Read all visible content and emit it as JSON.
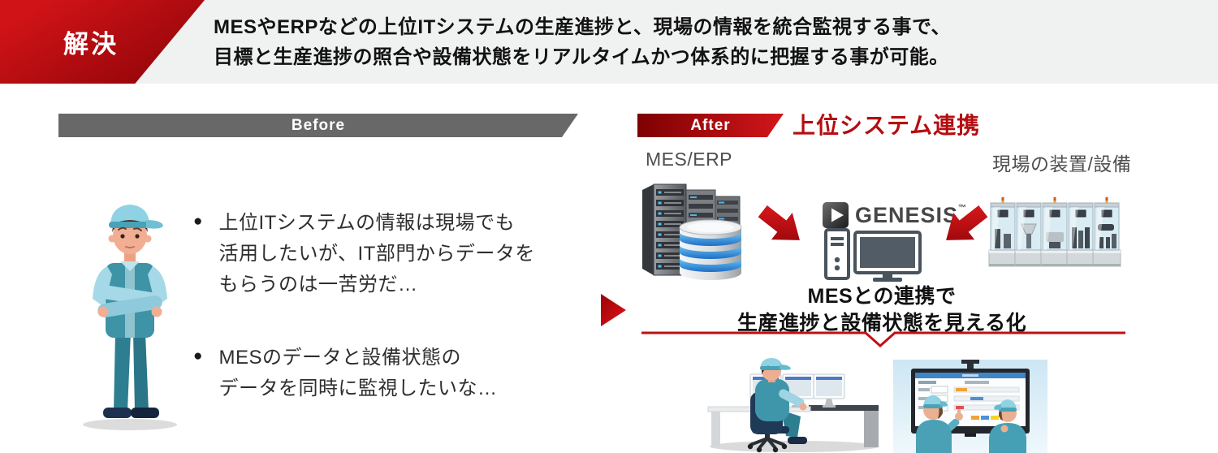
{
  "header": {
    "badge_label": "解決",
    "text_line1": "MESやERPなどの上位ITシステムの生産進捗と、現場の情報を統合監視する事で、",
    "text_line2": "目標と生産進捗の照合や設備状態をリアルタイムかつ体系的に把握する事が可能。"
  },
  "before_section": {
    "banner_label": "Before",
    "bullet_icon": "●",
    "bullets": [
      "上位ITシステムの情報は現場でも\n活用したいが、IT部門からデータを\nもらうのは一苦労だ…",
      "MESのデータと設備状態の\nデータを同時に監視したいな…"
    ]
  },
  "after_section": {
    "banner_label": "After",
    "title": "上位システム連携",
    "mes_erp_label": "MES/ERP",
    "equipment_label": "現場の装置/設備",
    "genesis": {
      "brand": "GENESIS",
      "trademark": "™"
    },
    "caption_line1": "MESとの連携で",
    "caption_line2": "生産進捗と設備状態を見える化"
  },
  "colors": {
    "accent_red": "#c01015",
    "accent_red_dark": "#8c0306",
    "banner_gray": "#686868",
    "header_band_bg": "#f0f1f1",
    "title_red": "#b50d10",
    "label_gray": "#4f4f4f"
  },
  "icons": {
    "bullet_dot": "●",
    "before_after_arrow": "red-play-triangle",
    "mes_to_genesis_arrow": "red-arrow-down-right",
    "equipment_to_genesis_arrow": "red-arrow-down-left",
    "funnel_line": "red-line-with-down-chevron",
    "genesis_mark": "play-button-square"
  }
}
